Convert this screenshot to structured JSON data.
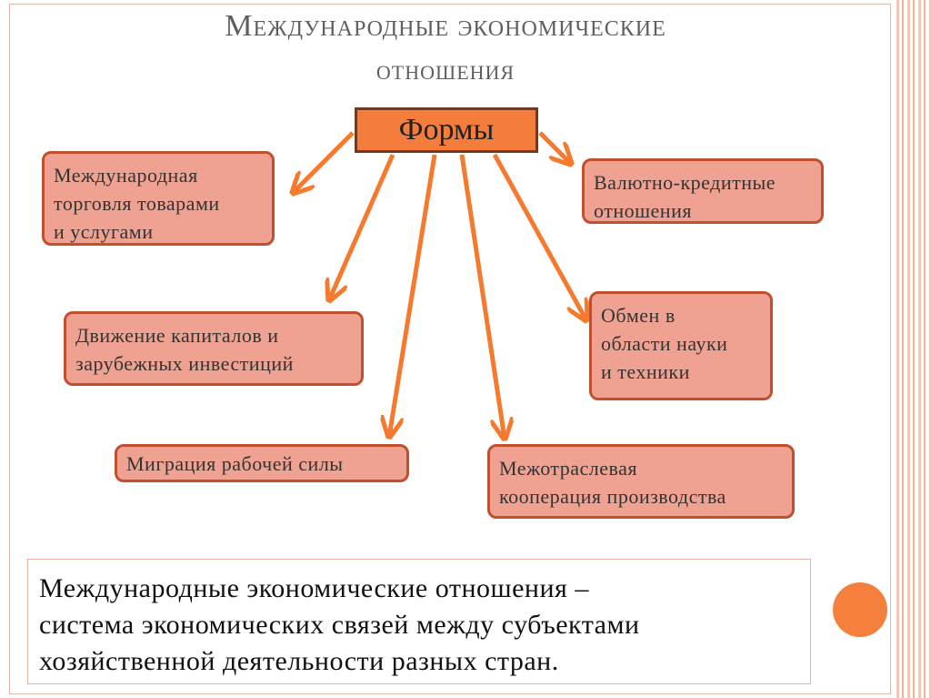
{
  "title": {
    "line1": "Международные экономические",
    "line2": "отношения"
  },
  "center": {
    "label": "Формы"
  },
  "nodes": {
    "trade": [
      "Международная",
      "торговля товарами",
      "и услугами"
    ],
    "currency": [
      "Валютно-кредитные",
      "отношения"
    ],
    "capital": [
      "Движение капиталов и",
      "зарубежных инвестиций"
    ],
    "science": [
      "Обмен в",
      "области науки",
      "и техники"
    ],
    "migration": [
      "Миграция рабочей силы"
    ],
    "cooperation": [
      "Межотраслевая",
      "кооперация производства"
    ]
  },
  "definition": [
    "Международные экономические отношения –",
    "система экономических связей между субъектами",
    "хозяйственной деятельности разных стран."
  ],
  "colors": {
    "arrow": "#f57a2e",
    "center_fill": "#f47c3c",
    "node_fill": "#f0a292",
    "node_border": "#c0502e"
  }
}
